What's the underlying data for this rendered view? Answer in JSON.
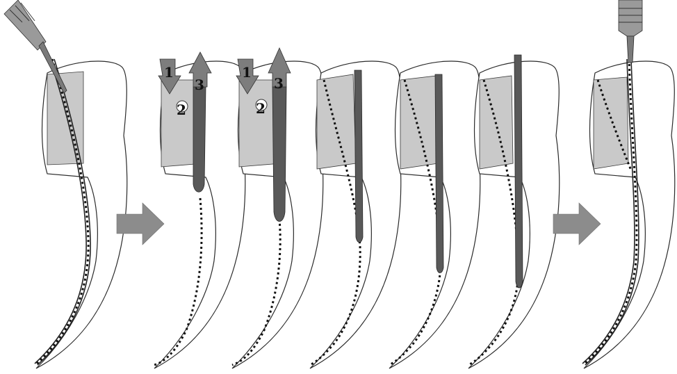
{
  "panels": [
    {
      "id": "panel-1",
      "instrument": "handpiece-with-file"
    },
    {
      "id": "panel-2",
      "steps": [
        "1",
        "2",
        "3"
      ]
    },
    {
      "id": "panel-3",
      "steps": [
        "1",
        "2",
        "3"
      ]
    },
    {
      "id": "panel-4"
    },
    {
      "id": "panel-5"
    },
    {
      "id": "panel-6"
    },
    {
      "id": "panel-7",
      "instrument": "handpiece-with-file"
    }
  ],
  "step_labels": {
    "one": "1",
    "two": "2",
    "three": "3"
  },
  "colors": {
    "chamber": "#c9c9c9",
    "file": "#6e6e6e",
    "arrow": "#8c8c8c"
  }
}
